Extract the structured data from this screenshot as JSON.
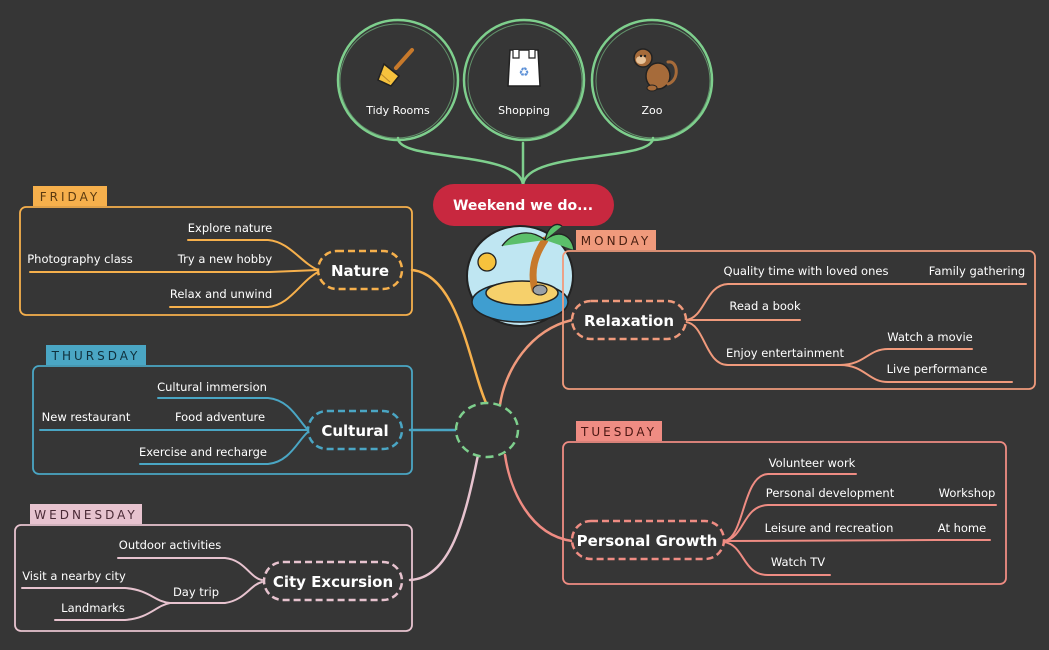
{
  "root": {
    "label": "Weekend we do...",
    "color": "#c8283f"
  },
  "top_topics": [
    {
      "label": "Tidy Rooms",
      "icon": "broom-icon"
    },
    {
      "label": "Shopping",
      "icon": "shopping-bag-icon"
    },
    {
      "label": "Zoo",
      "icon": "monkey-icon"
    }
  ],
  "colors": {
    "friday": "#f6b04c",
    "thursday": "#4aa6c4",
    "wednesday": "#e7c3cf",
    "monday": "#f09a7c",
    "tuesday": "#ef8c83",
    "top": "#7ecf8d"
  },
  "days": {
    "friday": {
      "tag": "FRIDAY",
      "category": "Nature",
      "items": [
        "Explore nature",
        "Try a new hobby",
        "Photography class",
        "Relax and unwind"
      ]
    },
    "thursday": {
      "tag": "THURSDAY",
      "category": "Cultural",
      "items": [
        "Cultural immersion",
        "Food adventure",
        "New restaurant",
        "Exercise and recharge"
      ]
    },
    "wednesday": {
      "tag": "WEDNESDAY",
      "category": "City Excursion",
      "items": [
        "Outdoor activities",
        "Day trip",
        "Visit a nearby city",
        "Landmarks"
      ]
    },
    "monday": {
      "tag": "MONDAY",
      "category": "Relaxation",
      "items": [
        "Quality time with loved ones",
        "Family gathering",
        "Read a book",
        "Enjoy entertainment",
        "Watch a movie",
        "Live performance"
      ]
    },
    "tuesday": {
      "tag": "TUESDAY",
      "category": "Personal Growth",
      "items": [
        "Volunteer work",
        "Personal development",
        "Workshop",
        "Leisure and recreation",
        "At home",
        "Watch TV"
      ]
    }
  }
}
